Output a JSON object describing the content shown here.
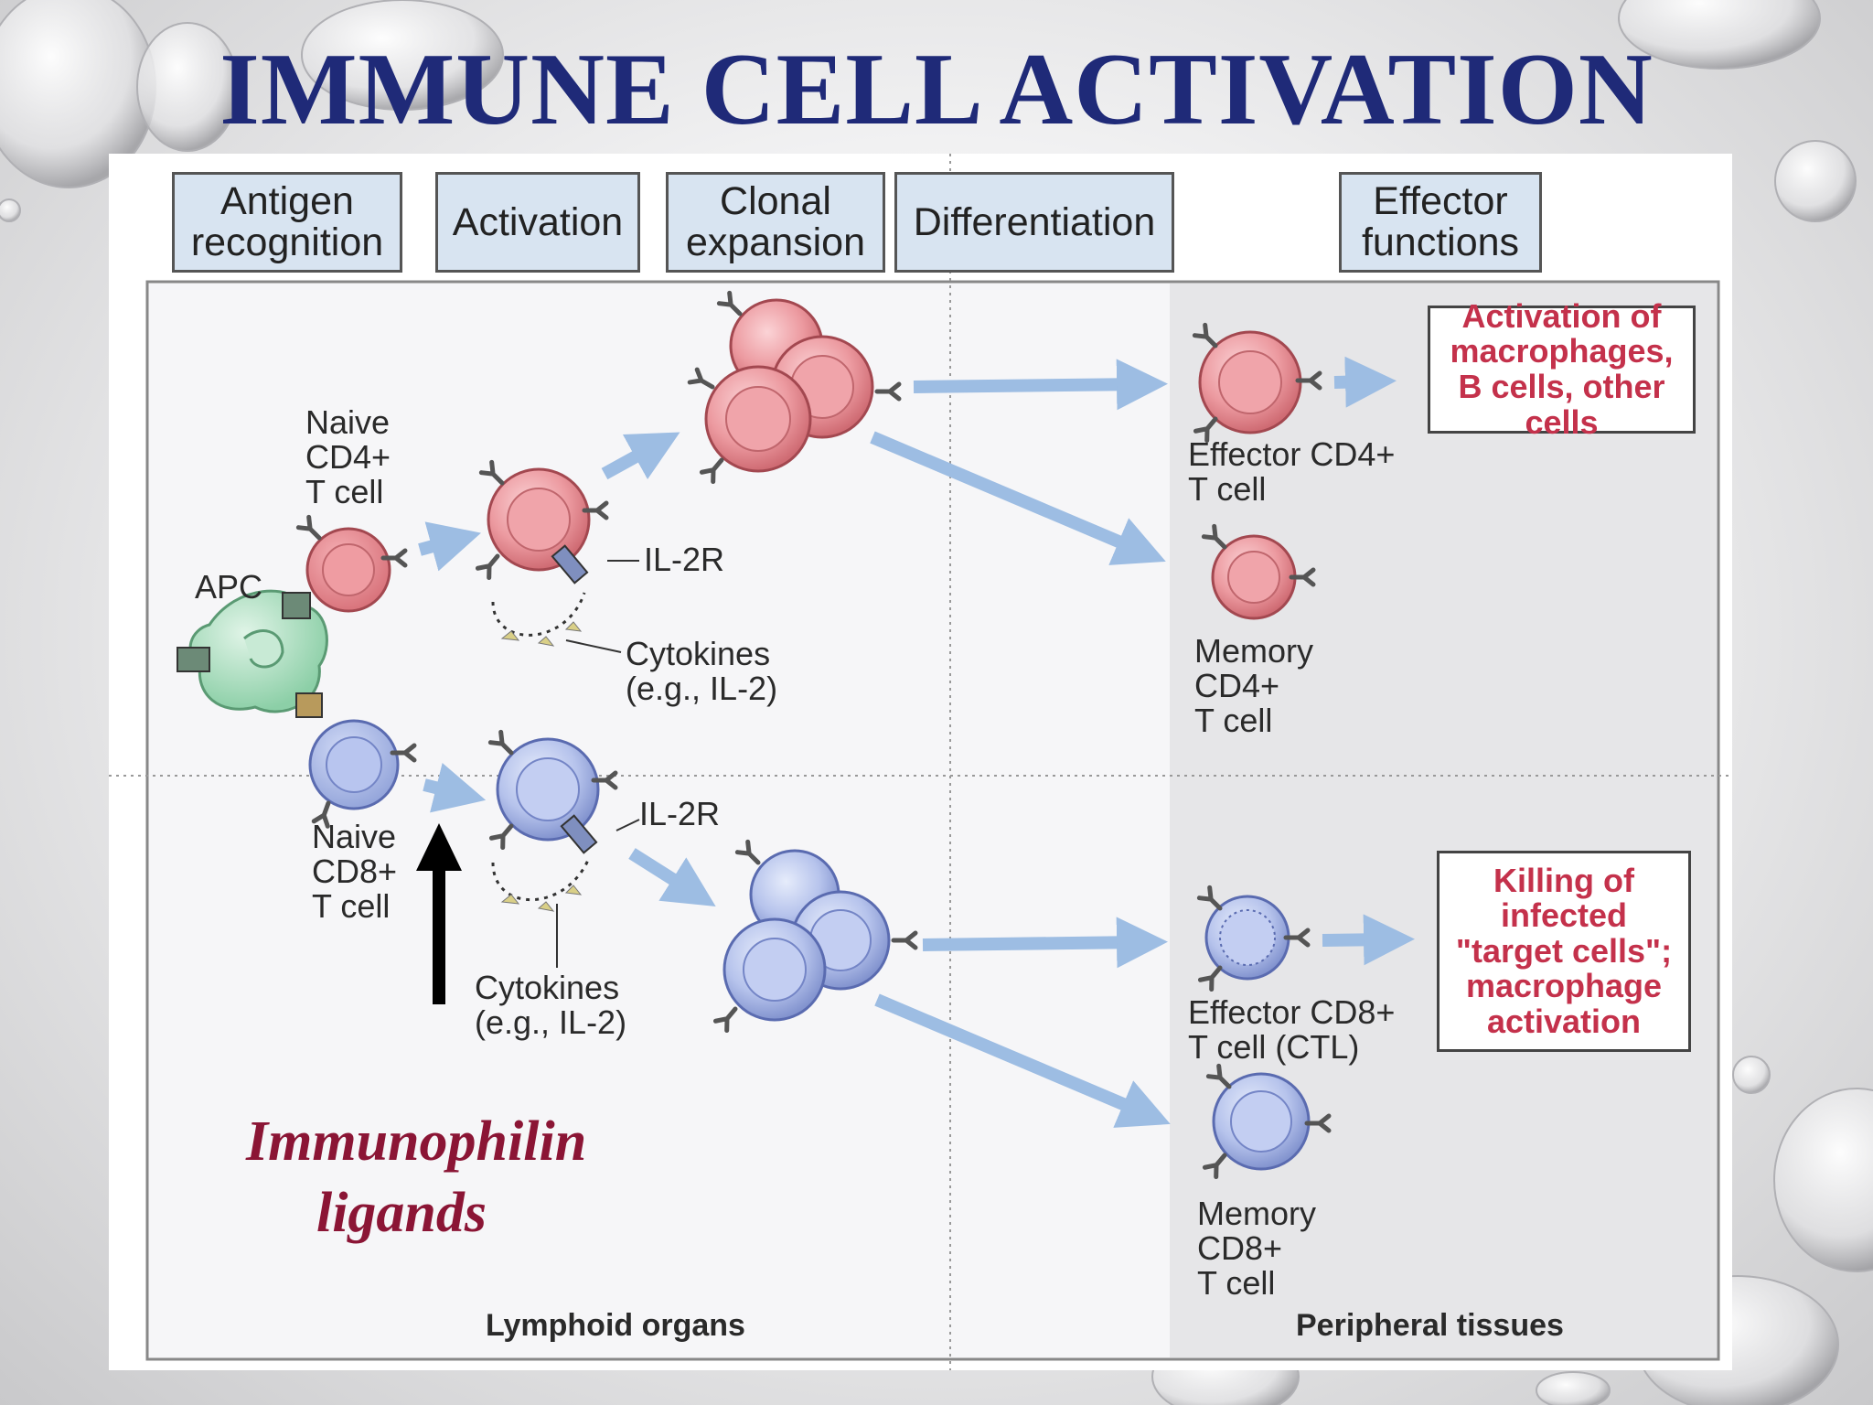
{
  "title": "IMMUNE CELL ACTIVATION",
  "stages": [
    {
      "label": "Antigen\nrecognition"
    },
    {
      "label": "Activation"
    },
    {
      "label": "Clonal\nexpansion"
    },
    {
      "label": "Differentiation"
    },
    {
      "label": "Effector\nfunctions"
    }
  ],
  "regions": {
    "lymphoid": "Lymphoid organs",
    "peripheral": "Peripheral tissues"
  },
  "labels": {
    "apc": "APC",
    "naive_cd4": "Naive\nCD4+\nT cell",
    "naive_cd8": "Naive\nCD8+\nT cell",
    "il2r_top": "IL-2R",
    "il2r_bottom": "IL-2R",
    "cytokines_top": "Cytokines\n(e.g., IL-2)",
    "cytokines_bottom": "Cytokines\n(e.g., IL-2)",
    "effector_cd4": "Effector CD4+\nT cell",
    "memory_cd4": "Memory\nCD4+\nT cell",
    "effector_cd8": "Effector CD8+\nT cell (CTL)",
    "memory_cd8": "Memory\nCD8+\nT cell"
  },
  "functions": {
    "cd4": "Activation of\nmacrophages,\nB cells, other\ncells",
    "cd8": "Killing of\ninfected\n\"target cells\";\nmacrophage\nactivation"
  },
  "annotation": "Immunophilin\nligands",
  "colors": {
    "title": "#1f2a78",
    "cd4_cell": "#e8888f",
    "cd8_cell": "#a9b8e6",
    "apc_cell": "#aee0c2",
    "arrow": "#9dbde3",
    "function_text": "#c4314b",
    "annotation": "#8b1535"
  }
}
